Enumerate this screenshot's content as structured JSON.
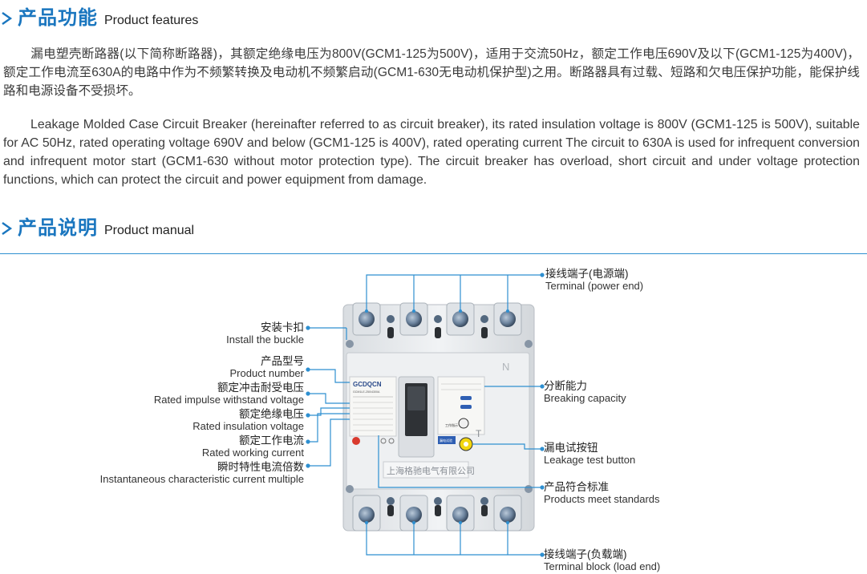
{
  "features": {
    "title_cn": "产品功能",
    "title_en": "Product features",
    "para_cn": "漏电塑壳断路器(以下简称断路器)，其额定绝缘电压为800V(GCM1-125为500V)，适用于交流50Hz，额定工作电压690V及以下(GCM1-125为400V)，额定工作电流至630A的电路中作为不频繁转换及电动机不频繁启动(GCM1-630无电动机保护型)之用。断路器具有过载、短路和欠电压保护功能，能保护线路和电源设备不受损坏。",
    "para_en": "Leakage Molded Case Circuit Breaker (hereinafter referred to as circuit breaker), its rated insulation voltage is 800V (GCM1-125 is 500V), suitable for AC 50Hz, rated operating voltage 690V and below (GCM1-125 is 400V), rated operating current The circuit to 630A is used for infrequent conversion and infrequent motor start (GCM1-630 without motor protection type). The circuit breaker has overload, short circuit and under voltage protection functions, which can protect the circuit and power equipment from damage."
  },
  "manual": {
    "title_cn": "产品说明",
    "title_en": "Product manual"
  },
  "callouts": {
    "terminal_power": {
      "cn": "接线端子(电源端)",
      "en": "Terminal (power end)"
    },
    "buckle": {
      "cn": "安装卡扣",
      "en": "Install the buckle"
    },
    "product_number": {
      "cn": "产品型号",
      "en": "Product number"
    },
    "impulse_voltage": {
      "cn": "额定冲击耐受电压",
      "en": "Rated impulse withstand voltage"
    },
    "insulation_voltage": {
      "cn": "额定绝缘电压",
      "en": "Rated insulation voltage"
    },
    "working_current": {
      "cn": "额定工作电流",
      "en": "Rated working current"
    },
    "instantaneous": {
      "cn": "瞬时特性电流倍数",
      "en": "Instantaneous characteristic current multiple"
    },
    "breaking_capacity": {
      "cn": "分断能力",
      "en": "Breaking capacity"
    },
    "leakage_test": {
      "cn": "漏电试按钮",
      "en": "Leakage test button"
    },
    "standards": {
      "cn": "产品符合标准",
      "en": "Products meet standards"
    },
    "terminal_load": {
      "cn": "接线端子(负载端)",
      "en": "Terminal block (load end)"
    }
  },
  "device": {
    "brand": "GCDQCN",
    "model": "GCM1LE-250/4300A",
    "maker": "上海格驰电气有限公司",
    "n_mark": "N",
    "test_mark": "T",
    "label_work": "工作指示",
    "label_leak": "漏电试验"
  },
  "colors": {
    "accent": "#1a76bf",
    "line": "#2e8fd0",
    "device_body": "#e9ecef"
  }
}
